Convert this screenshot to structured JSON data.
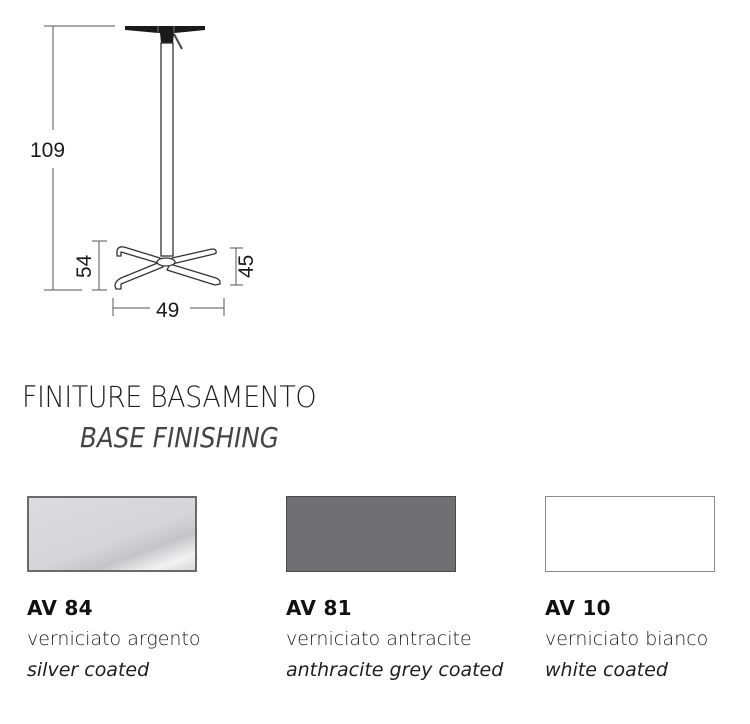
{
  "drawing": {
    "dimensions": {
      "total_height": "109",
      "base_height_left": "54",
      "base_height_right": "45",
      "base_width": "49"
    }
  },
  "section": {
    "title": "FINITURE BASAMENTO",
    "subtitle": "BASE FINISHING"
  },
  "finishes": [
    {
      "code": "AV 84",
      "name_it": "verniciato argento",
      "name_en": "silver coated",
      "color": "#d6d6d8"
    },
    {
      "code": "AV 81",
      "name_it": "verniciato antracite",
      "name_en": "anthracite grey coated",
      "color": "#707072"
    },
    {
      "code": "AV 10",
      "name_it": "verniciato bianco",
      "name_en": "white coated",
      "color": "#ffffff"
    }
  ]
}
